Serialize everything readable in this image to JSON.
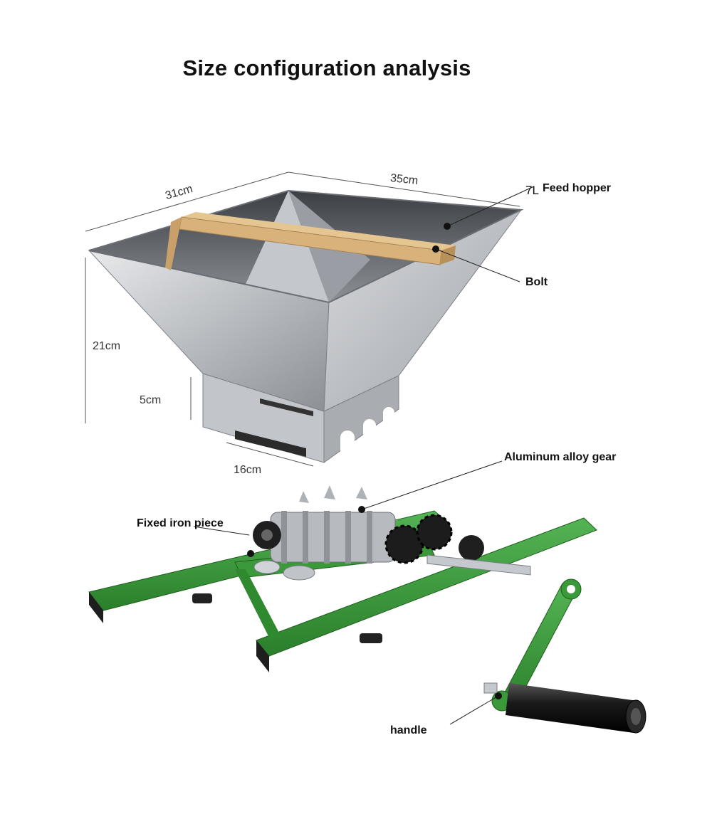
{
  "title": "Size configuration analysis",
  "dimensions": {
    "depth": "31cm",
    "width": "35cm",
    "height": "21cm",
    "outlet_height": "5cm",
    "outlet_width": "16cm"
  },
  "callouts": {
    "capacity": "7L",
    "feed_hopper": "Feed hopper",
    "bolt": "Bolt",
    "gear": "Aluminum alloy gear",
    "fixed_iron": "Fixed iron piece",
    "handle": "handle"
  },
  "colors": {
    "frame_green": "#3a9a3a",
    "steel": "#c9ccd0",
    "wood": "#d8b27a",
    "handle_grip": "#1a1a1a"
  }
}
